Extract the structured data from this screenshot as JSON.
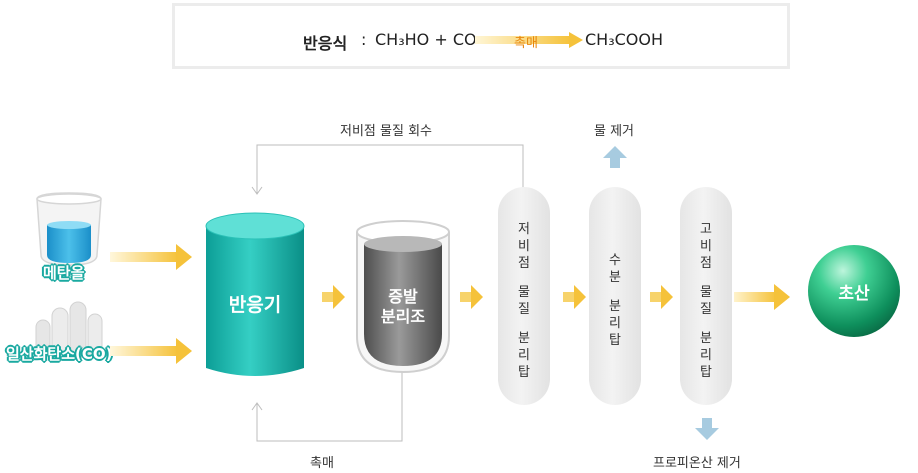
{
  "equation": {
    "label": "반응식",
    "colon": ":",
    "reactants": "CH₃HO + CO",
    "catalyst": "촉매",
    "product": "CH₃COOH"
  },
  "feeds": {
    "methanol": "메탄올",
    "carbon_monoxide": "일산화탄소(CO)"
  },
  "units": {
    "reactor": "반응기",
    "evaporator": [
      "증발",
      "분리조"
    ],
    "low_boiling_column": [
      "저",
      "비",
      "점",
      "",
      "물",
      "질",
      "",
      "분",
      "리",
      "탑"
    ],
    "water_column": [
      "수",
      "분",
      "",
      "분",
      "리",
      "탑"
    ],
    "high_boiling_column": [
      "고",
      "비",
      "점",
      "",
      "물",
      "질",
      "",
      "분",
      "리",
      "탑"
    ],
    "product": "초산"
  },
  "streams": {
    "low_boiling_recovery": "저비점 물질 회수",
    "water_removal": "물 제거",
    "catalyst_recycle": "촉매",
    "propionic_removal": "프로피온산 제거"
  },
  "colors": {
    "arrow": "#f5c23a",
    "reactor": "#17b8ae",
    "product_sphere": "#1fbf8a",
    "column": "#e8e8e8",
    "small_arrow": "#9cc3d8"
  }
}
